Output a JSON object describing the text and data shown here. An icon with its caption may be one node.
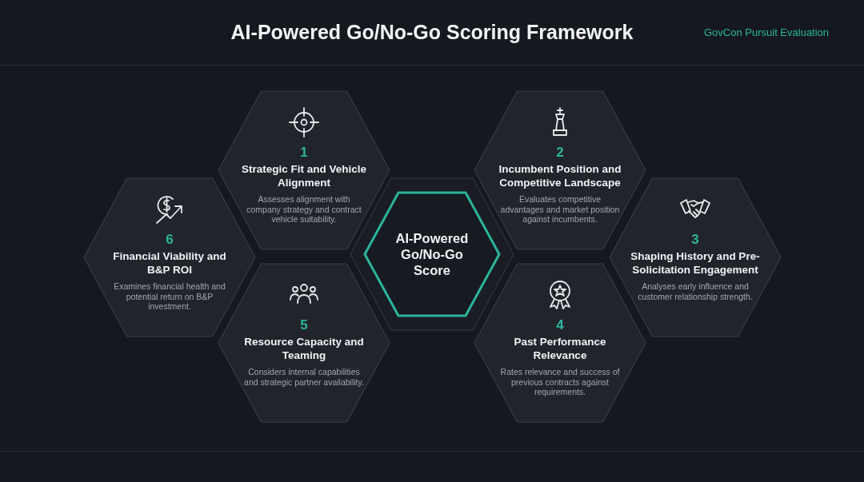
{
  "diagram": {
    "title": "AI-Powered Go/No-Go Scoring Framework",
    "nodes": [
      {
        "text": [
          "AI-Powered Go/No-Go Score"
        ]
      },
      {
        "text": [
          "1",
          "Strategic Fit and Vehicle Alignment",
          "Assesses alignment with company strategy and contract vehicle suitability."
        ]
      },
      {
        "text": [
          "2",
          "Incumbent Position and Competitive Landscape",
          "Evaluates competitive advantages and market position against incumbents."
        ]
      },
      {
        "text": [
          "3",
          "Shaping History and Pre-Solicitation Engagement",
          "Analyses early influence and customer relationship strength."
        ]
      },
      {
        "text": [
          "4",
          "Past Performance Relevance",
          "Rates relevance and success of previous contracts against requirements."
        ]
      },
      {
        "text": [
          "5",
          "Resource Capacity and Teaming",
          "Considers internal capabilities and strategic partner availability."
        ]
      },
      {
        "text": [
          "6",
          "Financial Viability and B&P ROI",
          "Examines financial health and potential return on B&P investment."
        ]
      }
    ],
    "labels": [
      "GovCon Pursuit Evaluation"
    ]
  }
}
